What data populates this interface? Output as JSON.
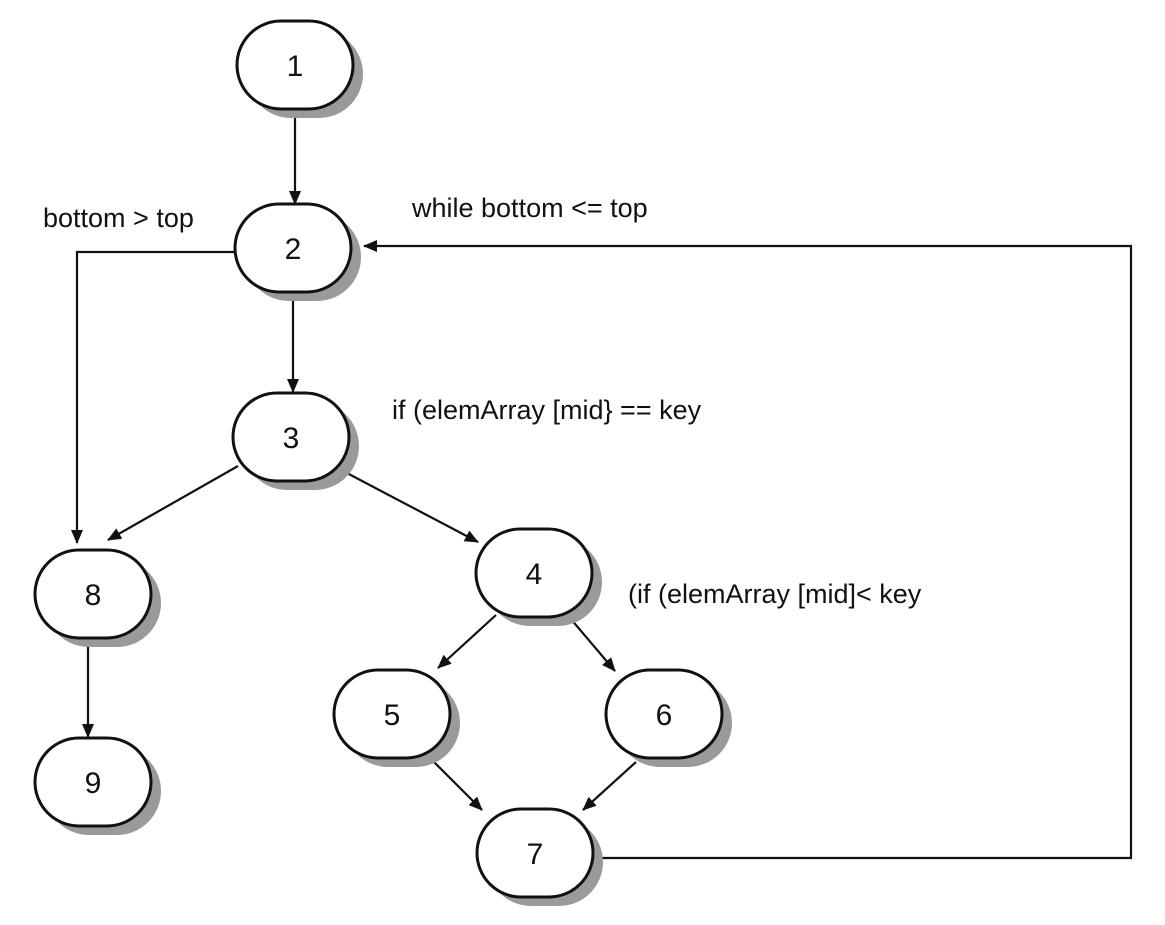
{
  "nodes": [
    {
      "id": "1",
      "label": "1"
    },
    {
      "id": "2",
      "label": "2"
    },
    {
      "id": "3",
      "label": "3"
    },
    {
      "id": "4",
      "label": "4"
    },
    {
      "id": "5",
      "label": "5"
    },
    {
      "id": "6",
      "label": "6"
    },
    {
      "id": "7",
      "label": "7"
    },
    {
      "id": "8",
      "label": "8"
    },
    {
      "id": "9",
      "label": "9"
    }
  ],
  "edges": [
    {
      "from": "1",
      "to": "2"
    },
    {
      "from": "2",
      "to": "3"
    },
    {
      "from": "2",
      "to": "8"
    },
    {
      "from": "3",
      "to": "8"
    },
    {
      "from": "3",
      "to": "4"
    },
    {
      "from": "4",
      "to": "5"
    },
    {
      "from": "4",
      "to": "6"
    },
    {
      "from": "5",
      "to": "7"
    },
    {
      "from": "6",
      "to": "7"
    },
    {
      "from": "7",
      "to": "2"
    },
    {
      "from": "8",
      "to": "9"
    }
  ],
  "annotations": {
    "bottom_gt_top": "bottom > top",
    "while_loop": "while bottom <= top",
    "if_equal": "if (elemArray [mid} == key",
    "if_less": "(if (elemArray [mid]< key"
  },
  "colors": {
    "line": "#111111",
    "node_fill": "#ffffff",
    "shadow": "#9a9a9a"
  }
}
